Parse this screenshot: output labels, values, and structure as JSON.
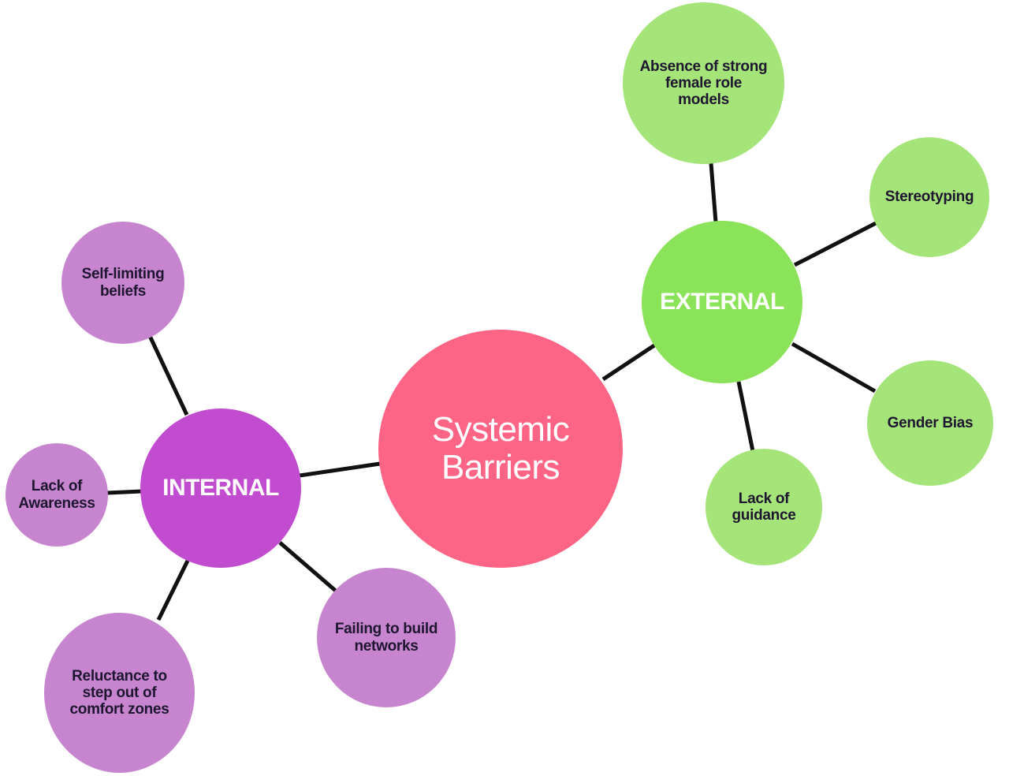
{
  "center": {
    "label": "Systemic\nBarriers",
    "color": "#fe6485"
  },
  "internal": {
    "label": "INTERNAL",
    "color": "#c14ccf",
    "leaf_color": "#c885cf",
    "items": [
      "Self-limiting\nbeliefs",
      "Lack of\nAwareness",
      "Reluctance to\nstep out of\ncomfort zones",
      "Failing to build\nnetworks"
    ]
  },
  "external": {
    "label": "EXTERNAL",
    "color": "#8be35a",
    "leaf_color": "#a5e479",
    "items": [
      "Absence of strong\nfemale role\nmodels",
      "Stereotyping",
      "Gender Bias",
      "Lack of\nguidance"
    ]
  },
  "connector_color": "#111111"
}
